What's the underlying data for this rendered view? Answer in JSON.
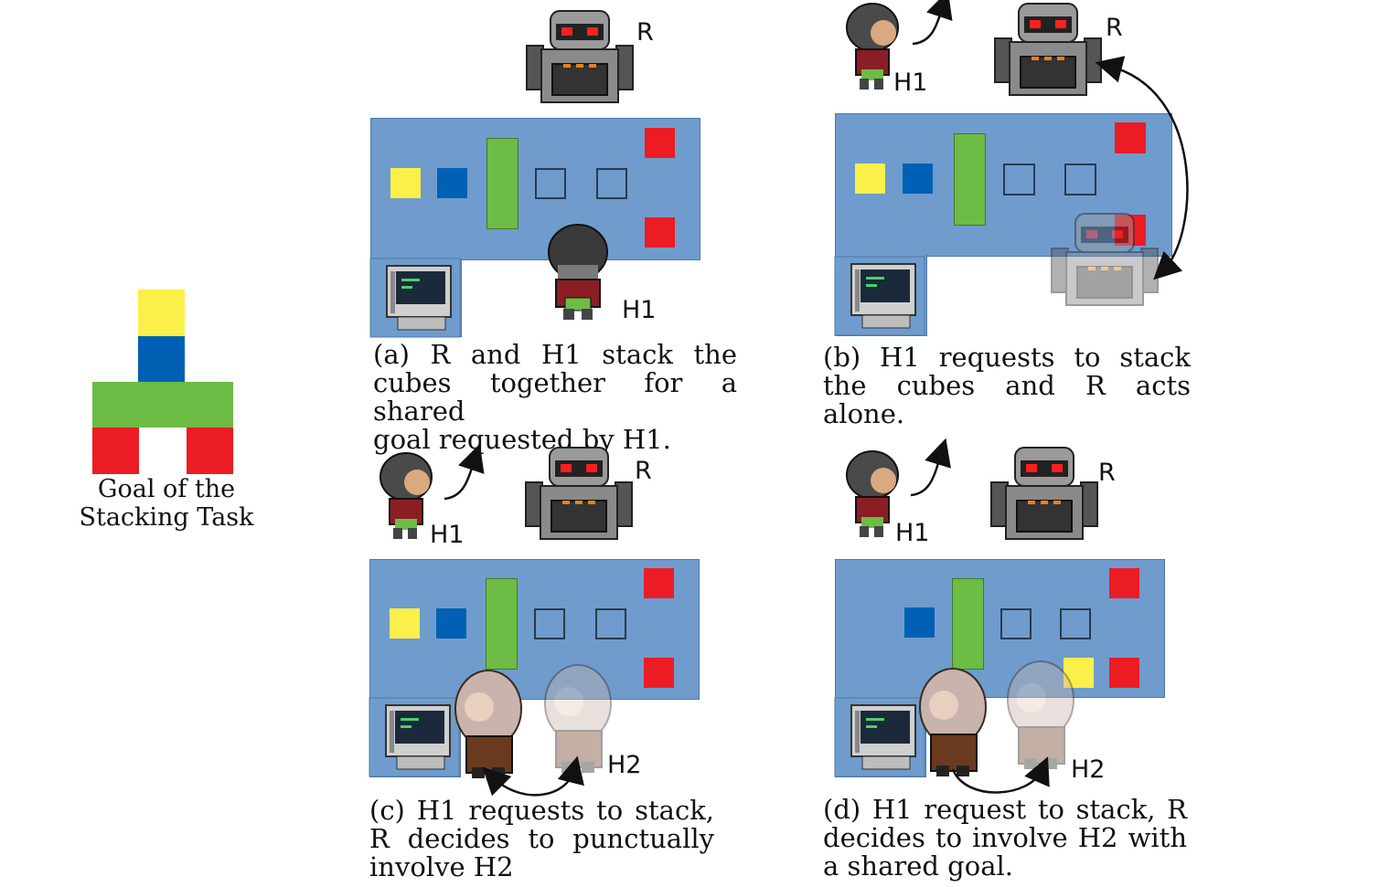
{
  "goal": {
    "caption_line1": "Goal of the",
    "caption_line2": "Stacking Task",
    "colors": {
      "yellow": "#fbef4a",
      "blue": "#0061b4",
      "green": "#6dbc45",
      "red": "#ec1c24"
    }
  },
  "panels": {
    "a": {
      "labels": {
        "robot": "R",
        "human1": "H1"
      },
      "caption": [
        "(a) R and H1 stack the",
        "cubes together for a shared",
        "goal requested by H1."
      ]
    },
    "b": {
      "labels": {
        "robot": "R",
        "human1": "H1"
      },
      "caption": [
        "(b) H1 requests to stack",
        "the cubes and R acts alone."
      ]
    },
    "c": {
      "labels": {
        "robot": "R",
        "human1": "H1",
        "human2": "H2"
      },
      "caption": [
        "(c) H1 requests to stack,",
        "R decides to punctually",
        "involve H2"
      ]
    },
    "d": {
      "labels": {
        "robot": "R",
        "human1": "H1",
        "human2": "H2"
      },
      "caption": [
        "(d) H1 request to stack, R",
        "decides to involve H2 with",
        "a shared goal."
      ]
    }
  },
  "icons": {
    "robot": "robot-icon",
    "human1": "human-icon",
    "human2": "human-icon",
    "terminal": "computer-terminal-icon",
    "arrow": "curved-arrow-icon"
  }
}
